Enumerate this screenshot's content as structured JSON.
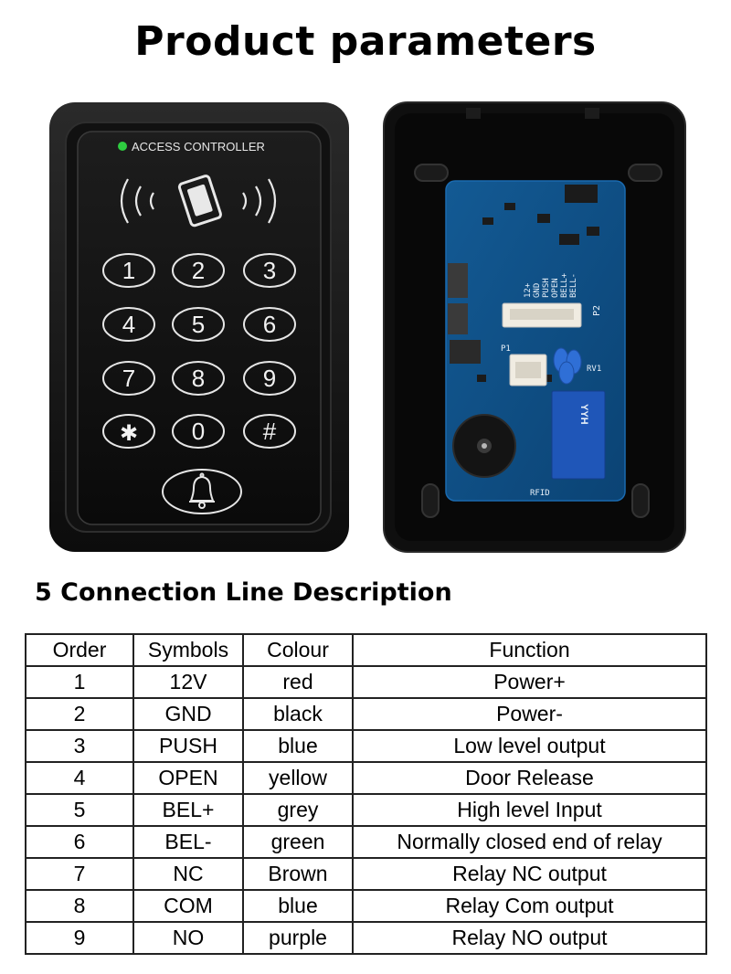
{
  "page": {
    "title": "Product parameters"
  },
  "keypad": {
    "brand_label": "ACCESS CONTROLLER",
    "keys": [
      "1",
      "2",
      "3",
      "4",
      "5",
      "6",
      "7",
      "8",
      "9",
      "✱",
      "0",
      "#"
    ]
  },
  "board": {
    "pin_labels": [
      "12+",
      "GND",
      "PUSH",
      "OPEN",
      "BELL+",
      "BELL-"
    ],
    "silk": {
      "p1": "P1",
      "p2": "P2",
      "rv1": "RV1",
      "rfid": "RFID",
      "relay": "YYH"
    }
  },
  "section": {
    "title": "5 Connection Line Description"
  },
  "table": {
    "headers": {
      "order": "Order",
      "symbols": "Symbols",
      "colour": "Colour",
      "function": "Function"
    },
    "rows": [
      {
        "order": "1",
        "symbol": "12V",
        "colour": "red",
        "function": "Power+"
      },
      {
        "order": "2",
        "symbol": "GND",
        "colour": "black",
        "function": "Power-"
      },
      {
        "order": "3",
        "symbol": "PUSH",
        "colour": "blue",
        "function": "Low level output"
      },
      {
        "order": "4",
        "symbol": "OPEN",
        "colour": "yellow",
        "function": "Door Release"
      },
      {
        "order": "5",
        "symbol": "BEL+",
        "colour": "grey",
        "function": "High level Input"
      },
      {
        "order": "6",
        "symbol": "BEL-",
        "colour": "green",
        "function": "Normally closed end of relay"
      },
      {
        "order": "7",
        "symbol": "NC",
        "colour": "Brown",
        "function": "Relay NC output"
      },
      {
        "order": "8",
        "symbol": "COM",
        "colour": "blue",
        "function": "Relay Com output"
      },
      {
        "order": "9",
        "symbol": "NO",
        "colour": "purple",
        "function": "Relay NO output"
      }
    ]
  },
  "colors": {
    "housing": "#161616",
    "pcb": "#0d4f86",
    "led": "#2ecc40",
    "key_text": "#f2f2f2"
  }
}
